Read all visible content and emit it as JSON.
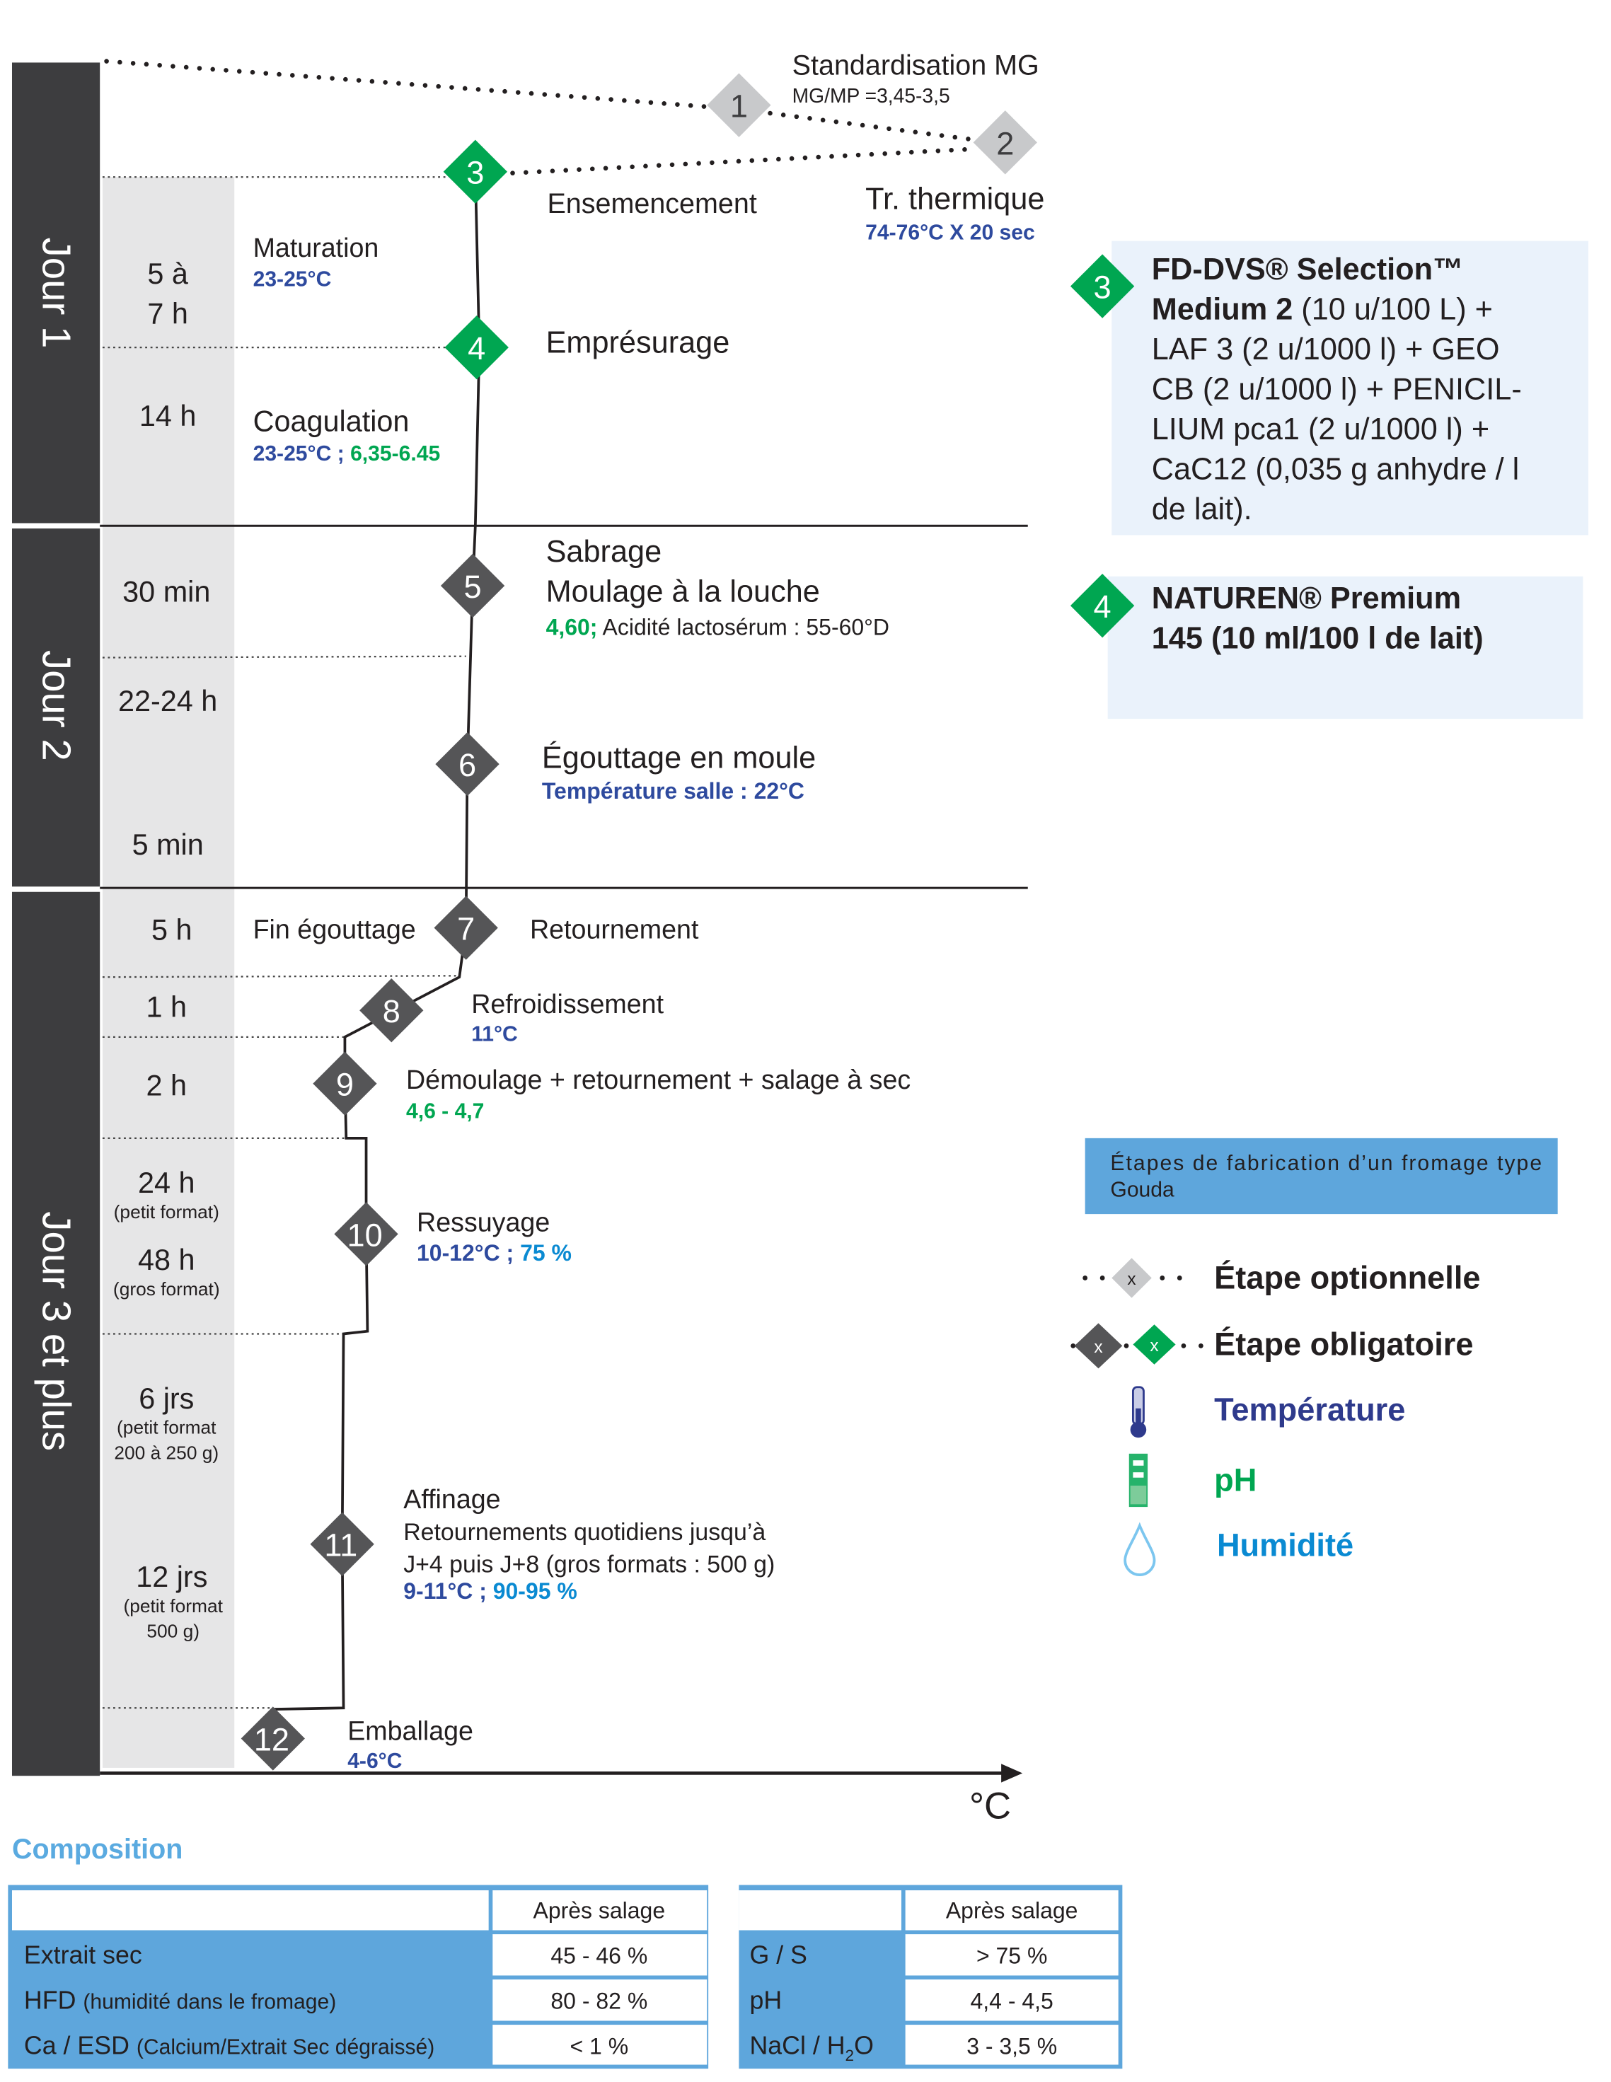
{
  "days": {
    "day1": "Jour 1",
    "day2": "Jour 2",
    "day3": "Jour 3 et plus"
  },
  "durations": {
    "d1a": "5 à",
    "d1b": "7 h",
    "d2": "14 h",
    "d3": "30 min",
    "d4": "22-24 h",
    "d5": "5 min",
    "d6": "5 h",
    "d7": "1 h",
    "d8": "2 h",
    "d9": "24 h",
    "d9s": "(petit format)",
    "d10": "48 h",
    "d10s": "(gros format)",
    "d11": "6 jrs",
    "d11s1": "(petit format",
    "d11s2": "200 à 250 g)",
    "d12": "12 jrs",
    "d12s1": "(petit format",
    "d12s2": "500 g)"
  },
  "steps": {
    "s1": {
      "num": "1",
      "title": "Standardisation MG",
      "detail": "MG/MP =3,45-3,5"
    },
    "s2": {
      "num": "2",
      "title": "Tr. thermique",
      "temp": "74-76°C X 20 sec"
    },
    "s3": {
      "num": "3",
      "title": "Ensemencement"
    },
    "maturation": {
      "title": "Maturation",
      "temp": "23-25°C"
    },
    "s4": {
      "num": "4",
      "title": "Emprésurage"
    },
    "coagulation": {
      "title": "Coagulation",
      "temp": "23-25°C ; ",
      "ph": "6,35-6.45"
    },
    "s5": {
      "num": "5",
      "title1": "Sabrage",
      "title2": "Moulage à la louche",
      "ph": "4,60;",
      "detail": " Acidité lactosérum : 55-60°D"
    },
    "s6": {
      "num": "6",
      "title": "Égouttage en moule",
      "temp": "Température salle : 22°C"
    },
    "s7": {
      "num": "7",
      "left": "Fin égouttage",
      "title": "Retournement"
    },
    "s8": {
      "num": "8",
      "title": "Refroidissement",
      "temp": "11°C"
    },
    "s9": {
      "num": "9",
      "title": "Démoulage + retournement + salage à sec",
      "ph": "4,6 - 4,7"
    },
    "s10": {
      "num": "10",
      "title": "Ressuyage",
      "temp": "10-12°C ; ",
      "hum": "75 %"
    },
    "s11": {
      "num": "11",
      "title": "Affinage",
      "line1": "Retournements quotidiens jusqu’à",
      "line2": "J+4 puis J+8 (gros formats : 500 g)",
      "temp": "9-11°C ; ",
      "hum": "90-95 %"
    },
    "s12": {
      "num": "12",
      "title": "Emballage",
      "temp": "4-6°C"
    }
  },
  "axis_unit": "°C",
  "ingredients": {
    "box3": {
      "num": "3",
      "l1": "FD-DVS® Selection™",
      "l2b": "Medium 2",
      "l2": " (10 u/100 L) +",
      "l3": "LAF 3 (2 u/1000 l) + GEO",
      "l4": "CB (2 u/1000 l) + PENICIL-",
      "l5": "LIUM pca1 (2 u/1000 l) +",
      "l6": "CaC12 (0,035 g anhydre / l",
      "l7": "de lait)."
    },
    "box4": {
      "num": "4",
      "l1": "NATUREN® Premium",
      "l2": "145 (10 ml/100 l de lait)"
    }
  },
  "legend": {
    "title1": "Étapes de fabrication d’un fromage type",
    "title2": "Gouda",
    "optional": "Étape optionnelle",
    "mandatory": "Étape obligatoire",
    "marker": "x",
    "temperature": "Température",
    "ph": "pH",
    "humidity": "Humidité"
  },
  "colors": {
    "green": "#00a651",
    "dark": "#555557",
    "optional": "#c8c9cb",
    "table_blue": "#5ea6dc",
    "temp": "#2e4a9e",
    "humidity": "#0a8ad2"
  },
  "composition": {
    "title": "Composition",
    "table1": {
      "header": "Après salage",
      "rows": [
        {
          "label": "Extrait sec",
          "sub": "",
          "value": "45 - 46 %"
        },
        {
          "label": "HFD ",
          "sub": "(humidité dans le fromage)",
          "value": "80 - 82 %"
        },
        {
          "label": "Ca / ESD ",
          "sub": "(Calcium/Extrait Sec dégraissé)",
          "value": "< 1 %"
        }
      ]
    },
    "table2": {
      "header": "Après salage",
      "rows": [
        {
          "label": "G / S",
          "value": "> 75 %"
        },
        {
          "label": "pH",
          "value": "4,4 - 4,5"
        },
        {
          "label": "NaCl / H",
          "sub": "2",
          "label_end": "O",
          "value": "3 - 3,5 %"
        }
      ]
    }
  }
}
